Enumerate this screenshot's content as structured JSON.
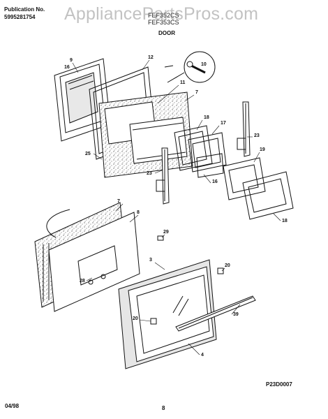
{
  "header": {
    "publication_label": "Publication No.",
    "publication_number": "5995281754",
    "models": [
      "FEF352CS",
      "FEF353CS"
    ],
    "section_title": "DOOR",
    "watermark": "AppliancePartsPros.com"
  },
  "callouts": [
    "9",
    "16",
    "12",
    "10",
    "11",
    "7",
    "18",
    "17",
    "23",
    "25",
    "23",
    "19",
    "16",
    "18",
    "7",
    "8",
    "29",
    "3",
    "28",
    "20",
    "20",
    "39",
    "4"
  ],
  "diagram_code": "P23D0007",
  "footer": {
    "date": "04/98",
    "page": "8"
  }
}
